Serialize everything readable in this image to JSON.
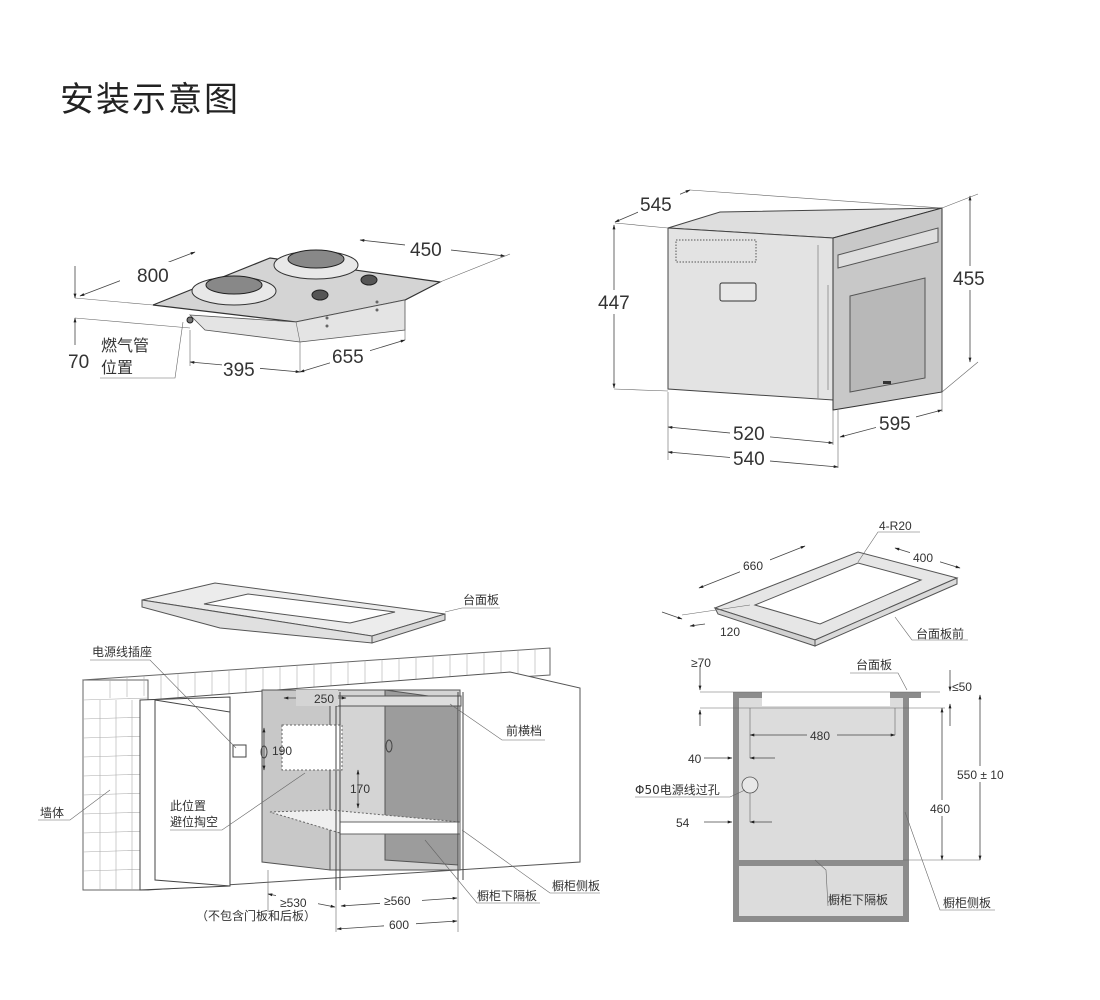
{
  "title": "安装示意图",
  "hob": {
    "dims": {
      "width": "800",
      "depth": "450",
      "cutout_width": "655",
      "gas_offset": "395",
      "height": "70"
    },
    "gas_label_line1": "燃气管",
    "gas_label_line2": "位置"
  },
  "oven": {
    "dims": {
      "depth_top": "545",
      "height_body": "447",
      "height_front": "455",
      "depth_520": "520",
      "depth_540": "540",
      "width": "595"
    }
  },
  "cabinet_3d": {
    "labels": {
      "countertop": "台面板",
      "power_socket": "电源线插座",
      "front_rail": "前横档",
      "wall": "墙体",
      "hollow_line1": "此位置",
      "hollow_line2": "避位掏空",
      "lower_shelf": "橱柜下隔板",
      "side_panel": "橱柜侧板",
      "note": "（不包含门板和后板）"
    },
    "dims": {
      "d250": "250",
      "d190": "190",
      "d170": "170",
      "d530": "≥530",
      "d560": "≥560",
      "d600": "600"
    }
  },
  "countertop_cutout": {
    "dims": {
      "length": "660",
      "width": "400",
      "radius": "4-R20",
      "front": "120"
    },
    "label": "台面板前"
  },
  "cabinet_section": {
    "labels": {
      "countertop": "台面板",
      "hole": "Φ50电源线过孔",
      "lower_shelf": "橱柜下隔板",
      "side_panel": "橱柜侧板"
    },
    "dims": {
      "d70": "≥70",
      "d50": "≤50",
      "d480": "480",
      "d40": "40",
      "d54": "54",
      "d460": "460",
      "d550": "550 ± 10"
    }
  },
  "colors": {
    "panel_gray": "#d9d9d9",
    "dark_gray": "#8a8a8a",
    "line": "#444444"
  }
}
